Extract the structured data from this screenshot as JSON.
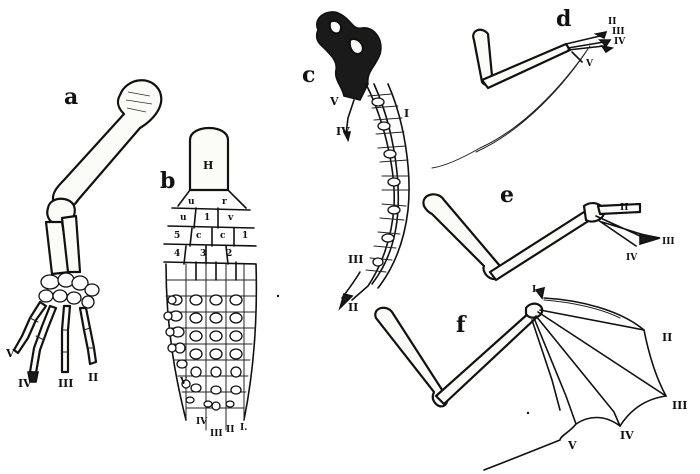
{
  "figures": {
    "a": {
      "label": "a",
      "digits": [
        "V",
        "IV",
        "III",
        "II"
      ]
    },
    "b": {
      "label": "b",
      "bones": [
        "H",
        "u",
        "r",
        "u",
        "1",
        "v",
        "5",
        "c",
        "c",
        "1",
        "4",
        "3",
        "2"
      ],
      "digits": [
        "V",
        "IV",
        "III",
        "II",
        "I."
      ]
    },
    "c": {
      "label": "c",
      "digits": [
        "V",
        "IV",
        "I",
        "III",
        "II"
      ]
    },
    "d": {
      "label": "d",
      "digits": [
        "II",
        "III",
        "IV",
        "V"
      ]
    },
    "e": {
      "label": "e",
      "digits": [
        "II",
        "IV",
        "III"
      ]
    },
    "f": {
      "label": "f",
      "digits": [
        "I",
        "II",
        "III",
        "IV",
        "V"
      ]
    }
  }
}
